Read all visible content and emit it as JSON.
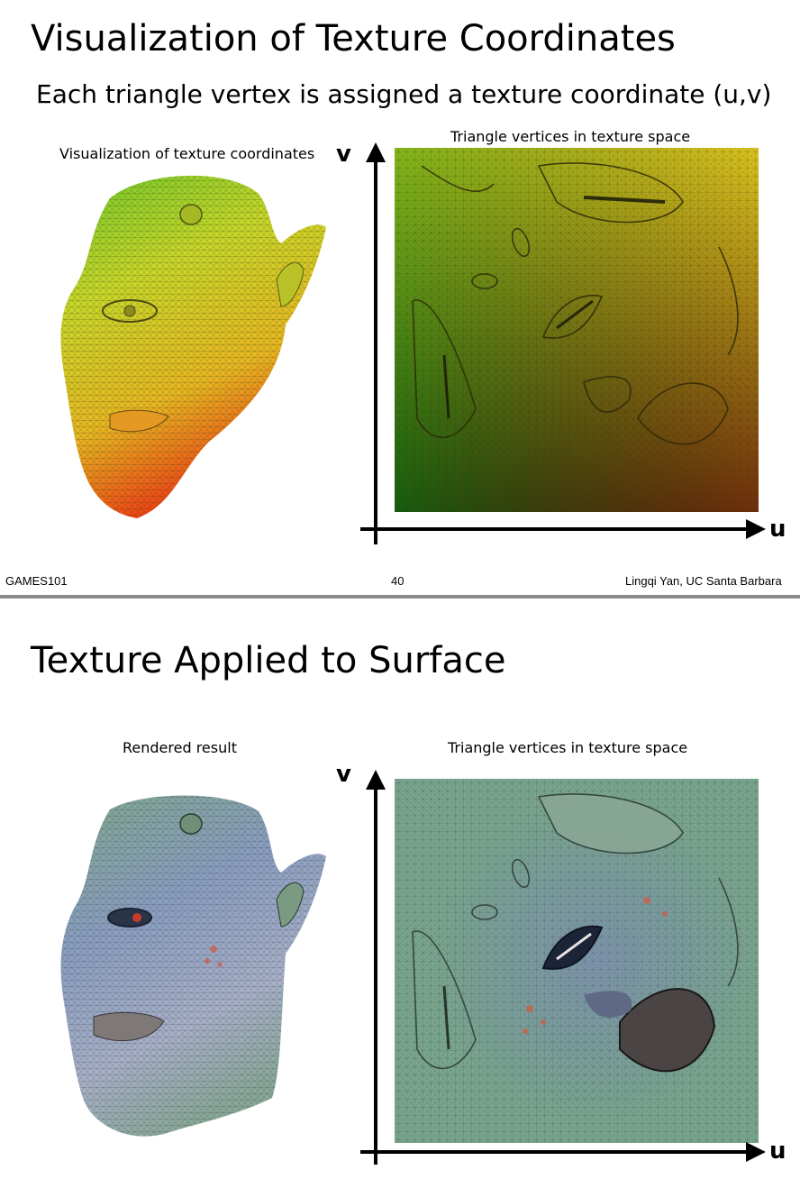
{
  "slide1": {
    "title": "Visualization of Texture Coordinates",
    "subtitle": "Each triangle vertex is assigned a texture coordinate (u,v)",
    "left_caption": "Visualization of texture coordinates",
    "right_caption": "Triangle vertices in texture space",
    "axis_v": "v",
    "axis_u": "u",
    "footer_left": "GAMES101",
    "footer_page": "40",
    "footer_right": "Lingqi Yan, UC Santa Barbara"
  },
  "slide2": {
    "title": "Texture Applied to Surface",
    "left_caption": "Rendered result",
    "right_caption": "Triangle vertices in texture space",
    "axis_v": "v",
    "axis_u": "u"
  },
  "colors": {
    "uv_top_left": "#22c81e",
    "uv_top_right": "#c8d820",
    "uv_bottom_left": "#2a1a08",
    "uv_bottom_right": "#e81e14",
    "texture_green": "#7aa58e",
    "texture_blue": "#7d8fb4"
  }
}
